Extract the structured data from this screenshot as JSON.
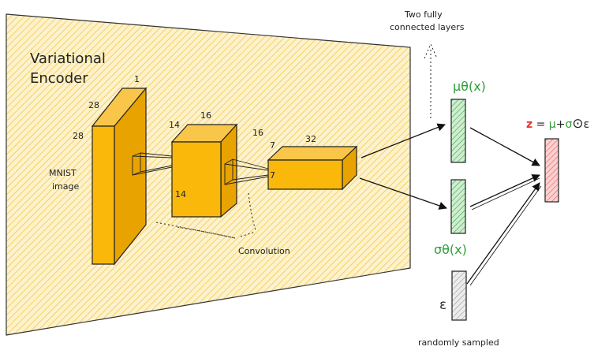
{
  "title_line1": "Variational",
  "title_line2": "Encoder",
  "input_label_line1": "MNIST",
  "input_label_line2": "image",
  "dims": {
    "input_depth": "1",
    "input_height": "28",
    "input_width": "28",
    "conv1_depth": "16",
    "conv1_height": "14",
    "conv1_width": "14",
    "conv2_depth": "32",
    "conv2_height": "16",
    "conv2_width": "7",
    "conv2_height2": "7"
  },
  "convolution_label": "Convolution",
  "fc_line1": "Two fully",
  "fc_line2": "connected layers",
  "mu_label": "μθ(x)",
  "sigma_label": "σθ(x)",
  "epsilon_label": "ε",
  "random_label": "randomly sampled",
  "z_formula": {
    "z": "z",
    "eq": " = ",
    "mu": "μ",
    "plus": "+",
    "sigma": "σ",
    "odot": "⊙",
    "eps": "ε"
  },
  "colors": {
    "panel": "#fbe8a6",
    "panel_hatch": "#f2c94c",
    "block": "#f9b80a",
    "block_dark": "#e9a300",
    "block_stroke": "#222222",
    "green_bar": "#a9dba9",
    "green_text": "#2e9e3a",
    "red_bar": "#f5a3a3",
    "red_text": "#e03131",
    "gray_bar": "#cfcfcf"
  }
}
